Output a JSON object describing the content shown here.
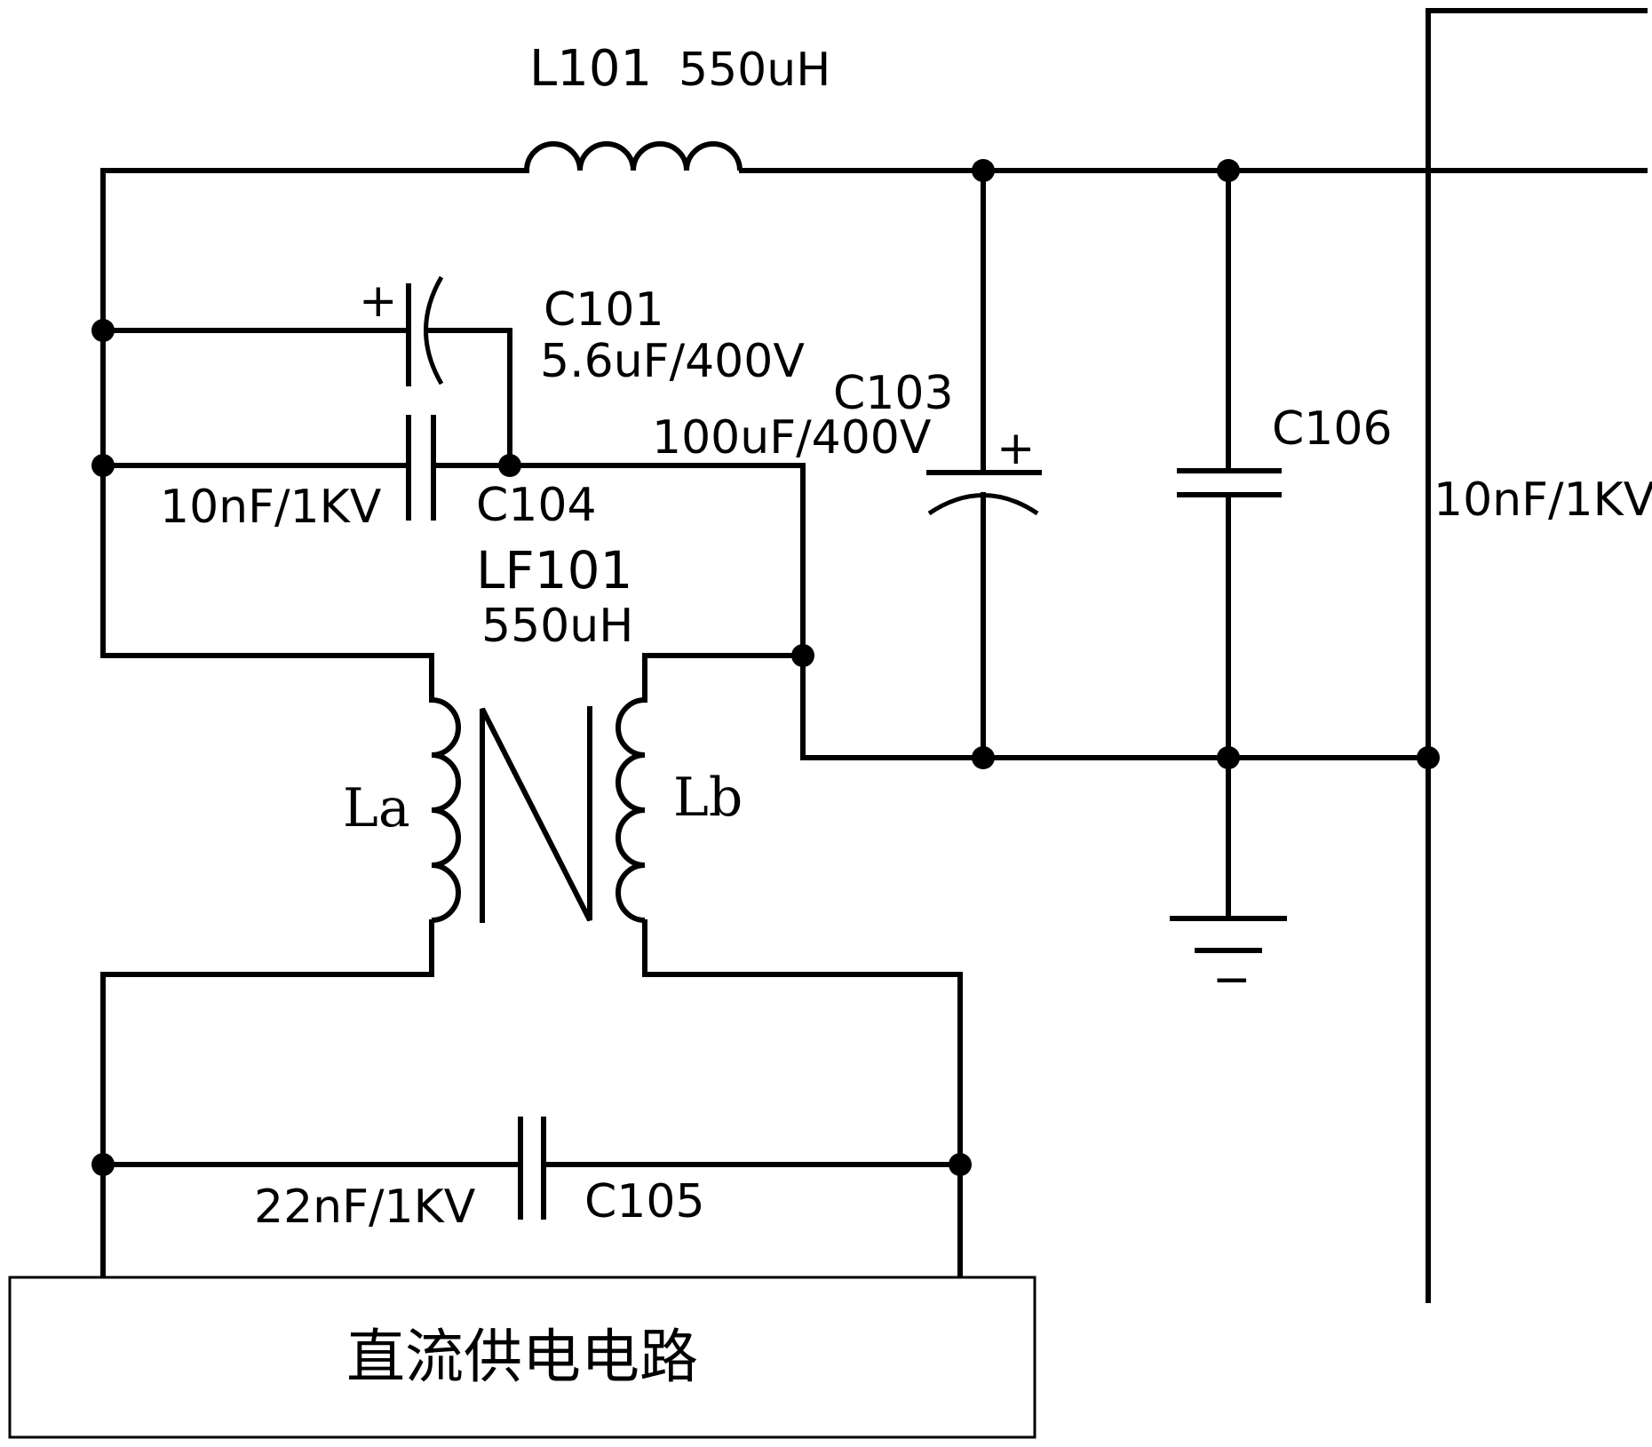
{
  "labels": {
    "l101": "L101",
    "l101_value": "550uH",
    "c101": "C101",
    "c101_value": "5.6uF/400V",
    "c103": "C103",
    "c103_value": "100uF/400V",
    "c104": "C104",
    "c104_value": "10nF/1KV",
    "lf101": "LF101",
    "lf101_value": "550uH",
    "la": "La",
    "lb": "Lb",
    "c106": "C106",
    "c106_value": "10nF/1KV",
    "c105": "C105",
    "c105_value": "22nF/1KV",
    "plus": "+",
    "ground_minus": "−"
  },
  "block": {
    "label": "直流供电电路"
  }
}
